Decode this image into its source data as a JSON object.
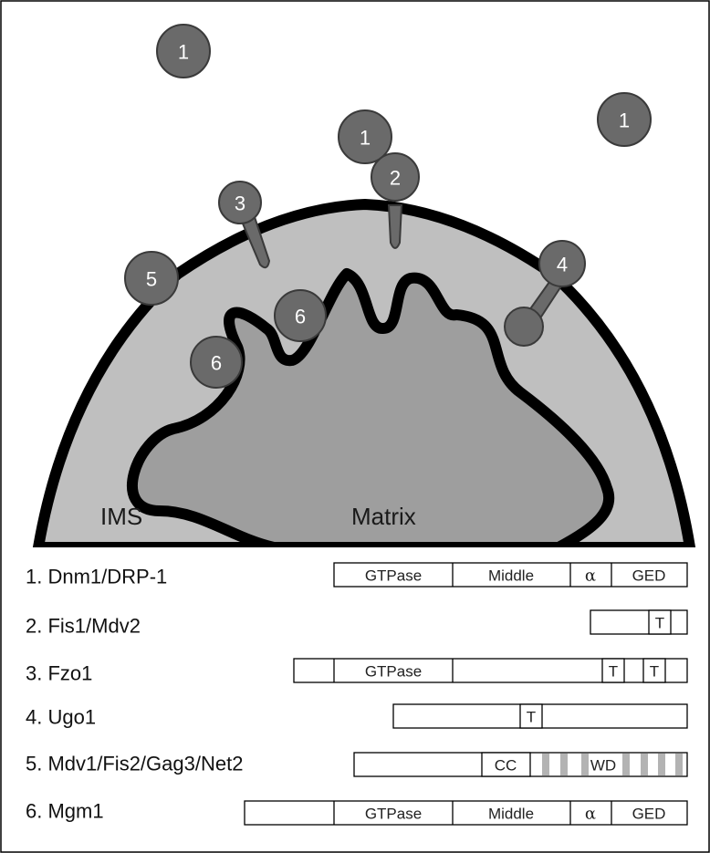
{
  "regions": {
    "ims": "IMS",
    "matrix": "Matrix"
  },
  "markers": {
    "free_1a": "1",
    "free_1b": "1",
    "free_1c": "1",
    "fis1": "2",
    "fzo1": "3",
    "ugo1": "4",
    "mdv1": "5",
    "mgm1_a": "6",
    "mgm1_b": "6"
  },
  "proteins": [
    {
      "name": "1. Dnm1/DRP-1",
      "domains": [
        "GTPase",
        "Middle",
        "α",
        "GED"
      ]
    },
    {
      "name": "2. Fis1/Mdv2",
      "domains": [
        "T"
      ]
    },
    {
      "name": "3. Fzo1",
      "domains": [
        "GTPase",
        "T",
        "T"
      ]
    },
    {
      "name": "4. Ugo1",
      "domains": [
        "T"
      ]
    },
    {
      "name": "5. Mdv1/Fis2/Gag3/Net2",
      "domains": [
        "CC",
        "WD"
      ]
    },
    {
      "name": "6. Mgm1",
      "domains": [
        "GTPase",
        "Middle",
        "α",
        "GED"
      ]
    }
  ],
  "colors": {
    "ims": "#bfbfbf",
    "matrix": "#9e9e9e",
    "membrane": "#000000",
    "protein_fill": "#6a6a6a",
    "wd_stripe": "#b3b3b3"
  }
}
